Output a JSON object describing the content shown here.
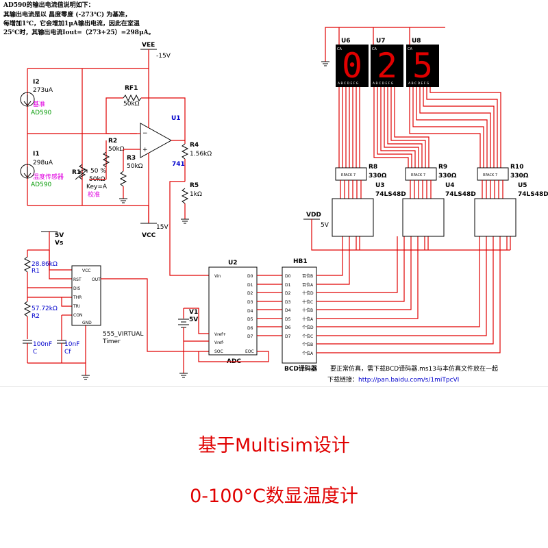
{
  "note": {
    "line1": "AD590的输出电流值说明如下：",
    "line2": "其输出电流是以    昌度零度 (-273℃) 为基准，",
    "line3": "每增加1℃，它会增加1μA输出电流，因此在室温",
    "line4": "25℃时，其输出电流Iout=（273+25）=298μA。"
  },
  "labels": {
    "vee": "VEE",
    "vee_val": "-15V",
    "vcc": "VCC",
    "vcc_val": "15V",
    "i2": "I2",
    "i2_val": "273uA",
    "i2_name": "基准",
    "i2_part": "AD590",
    "i1": "I1",
    "i1_val": "298uA",
    "i1_name": "温度传感器",
    "i1_part": "AD590",
    "rf1": "RF1",
    "rf1_val": "50kΩ",
    "r2": "R2",
    "r2_val": "50kΩ",
    "r3": "R3",
    "r3_val": "50kΩ",
    "r1": "R1",
    "r1_pct": "50 %",
    "r1_val": "50kΩ",
    "r1_key": "Key=A",
    "r1_name": "校准",
    "u1": "U1",
    "u1_part": "741",
    "r4": "R4",
    "r4_val": "1.56kΩ",
    "r5": "R5",
    "r5_val": "1kΩ",
    "vs": "5V",
    "vs_name": "Vs",
    "t_r1_val": "28.86kΩ",
    "t_r1": "R1",
    "t_r2_val": "57.72kΩ",
    "t_r2": "R2",
    "c_val": "100nF",
    "c": "C",
    "cf_val": "10nF",
    "cf": "Cf",
    "timer_part": "555_VIRTUAL",
    "timer_name": "Timer",
    "timer_pins": [
      "VCC",
      "RST",
      "OUT",
      "DIS",
      "THR",
      "TRI",
      "CON",
      "GND"
    ],
    "v1": "V1",
    "v1_val": "5V",
    "u2": "U2",
    "adc": "ADC",
    "adc_left": [
      "Vin",
      "Vref+",
      "Vref-",
      "SOC"
    ],
    "adc_right": [
      "D0",
      "D1",
      "D2",
      "D3",
      "D4",
      "D5",
      "D6",
      "D7",
      "EOC"
    ],
    "hb1": "HB1",
    "hb1_name": "BCD译码器",
    "hb1_left": [
      "D0",
      "D1",
      "D2",
      "D3",
      "D4",
      "D5",
      "D6",
      "D7"
    ],
    "hb1_right": [
      "百位B",
      "百位A",
      "十位D",
      "十位C",
      "十位B",
      "十位A",
      "个位D",
      "个位C",
      "个位B",
      "个位A"
    ],
    "vdd": "VDD",
    "vdd_val": "5V",
    "u6": "U6",
    "u7": "U7",
    "u8": "U8",
    "r8": "R8",
    "r9": "R9",
    "r10": "R10",
    "rpack_val": "330Ω",
    "rpack_text": "RPACK 7",
    "u3": "U3",
    "u4": "U4",
    "u5": "U5",
    "decoder_part": "74LS48D",
    "seg_pins": "A B C D E F G",
    "ca": "CA"
  },
  "display": {
    "digit1": "0",
    "digit2": "2",
    "digit3": "5"
  },
  "download": {
    "line1": "要正常仿真，需下载BCD译码器.ms13与本仿真文件放在一起",
    "line2_prefix": "下载链接：",
    "line2_url": "http://pan.baidu.com/s/1miTpcVI"
  },
  "captions": {
    "title": "基于Multisim设计",
    "subtitle": "0-100°C数显温度计"
  }
}
